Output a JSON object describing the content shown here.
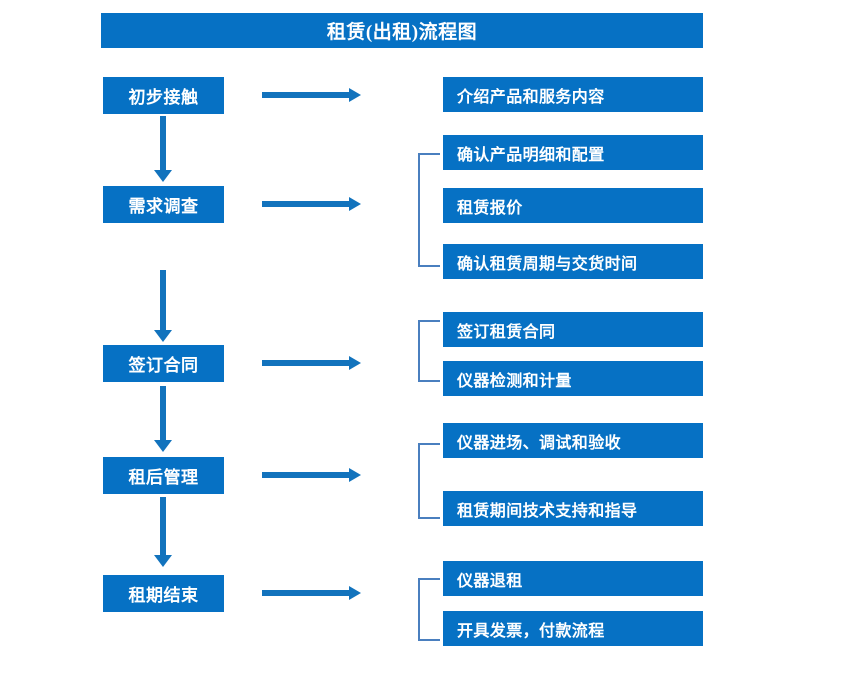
{
  "chart_data": {
    "type": "diagram",
    "title": "租赁(出租)流程图",
    "diagram_kind": "flowchart",
    "orientation": "vertical-stages-with-right-details"
  },
  "title": "租赁(出租)流程图",
  "stages": [
    {
      "label": "初步接触",
      "details": [
        "介绍产品和服务内容"
      ]
    },
    {
      "label": "需求调查",
      "details": [
        "确认产品明细和配置",
        "租赁报价",
        "确认租赁周期与交货时间"
      ]
    },
    {
      "label": "签订合同",
      "details": [
        "签订租赁合同",
        "仪器检测和计量"
      ]
    },
    {
      "label": "租后管理",
      "details": [
        "仪器进场、调试和验收",
        "租赁期间技术支持和指导"
      ]
    },
    {
      "label": "租期结束",
      "details": [
        "仪器退租",
        "开具发票，付款流程"
      ]
    }
  ],
  "colors": {
    "box_fill": "#0671c4",
    "box_text": "#ffffff",
    "arrow": "#1273bd",
    "bracket": "#4a7fbf",
    "background": "#ffffff"
  }
}
